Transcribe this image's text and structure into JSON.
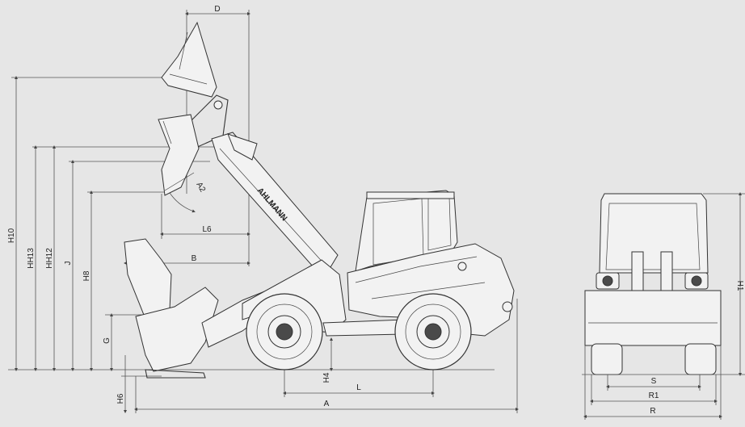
{
  "colors": {
    "background": "#e6e6e6",
    "line": "#333333"
  },
  "side_view": {
    "brand_label": "AHLMANN",
    "dimension_labels": {
      "D": "D",
      "H10": "H10",
      "HH13": "HH13",
      "HH12": "HH12",
      "J": "J",
      "H8": "H8",
      "A2": "A2",
      "L6": "L6",
      "B": "B",
      "G": "G",
      "H6": "H6",
      "H4": "H4",
      "L": "L",
      "A": "A"
    }
  },
  "front_view": {
    "dimension_labels": {
      "S": "S",
      "R1": "R1",
      "R": "R",
      "H1": "H1"
    }
  }
}
